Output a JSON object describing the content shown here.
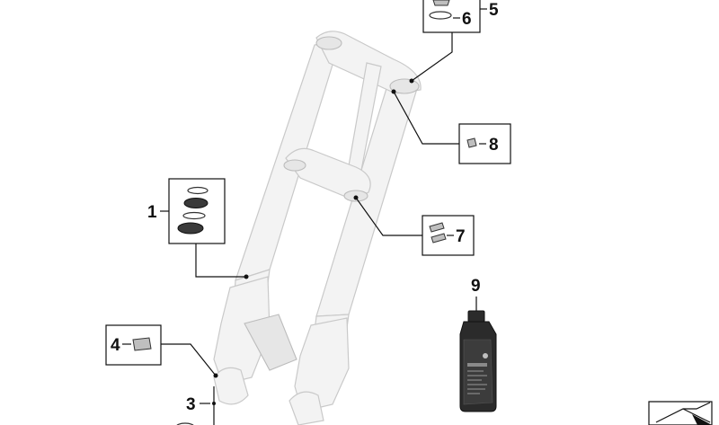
{
  "callouts": [
    {
      "id": "1",
      "label": "1"
    },
    {
      "id": "3",
      "label": "3"
    },
    {
      "id": "4",
      "label": "4"
    },
    {
      "id": "5",
      "label": "5"
    },
    {
      "id": "6",
      "label": "6"
    },
    {
      "id": "7",
      "label": "7"
    },
    {
      "id": "8",
      "label": "8"
    },
    {
      "id": "9",
      "label": "9"
    }
  ],
  "colors": {
    "line": "#111111",
    "ghost_fill": "#f3f3f3",
    "ghost_stroke": "#c9c9c9",
    "bottle": "#2b2b2b"
  },
  "icons": [
    "parts-diagram-nav-icon"
  ]
}
